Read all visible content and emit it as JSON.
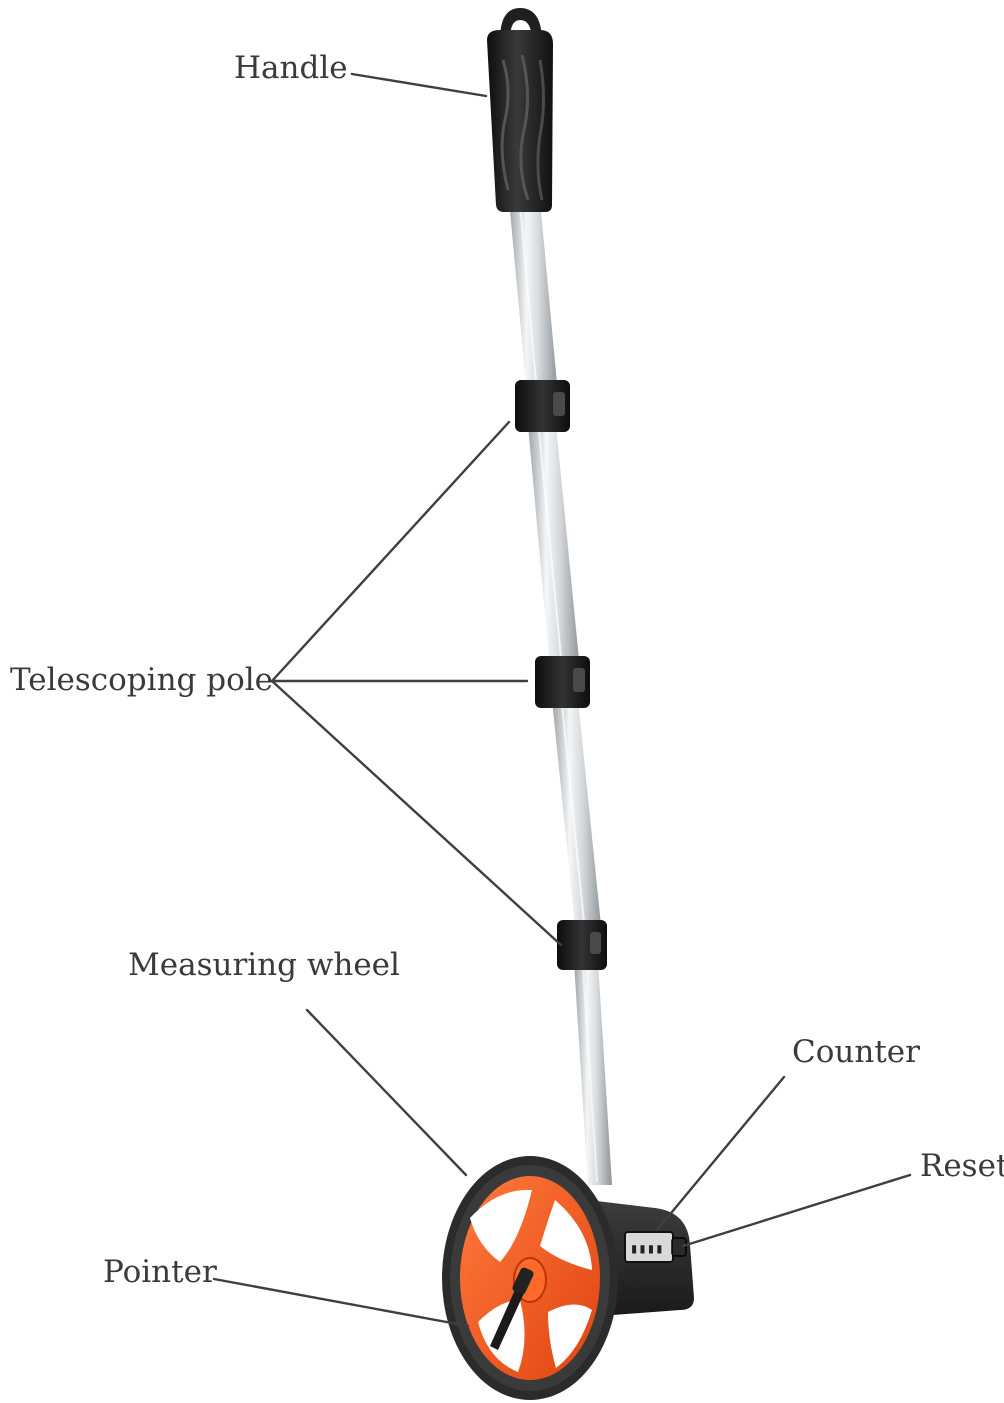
{
  "labels": {
    "handle": "Handle",
    "telescoping_pole": "Telescoping pole",
    "measuring_wheel": "Measuring wheel",
    "counter": "Counter",
    "reset": "Reset",
    "pointer": "Pointer"
  },
  "colors": {
    "wheel_hub": "#f2541b",
    "wheel_tire": "#2b2b2b",
    "grip": "#1c1c1c",
    "pole": "#cfd3d6",
    "label_text": "#3a3a3a",
    "leader_line": "#3f3f3f"
  }
}
